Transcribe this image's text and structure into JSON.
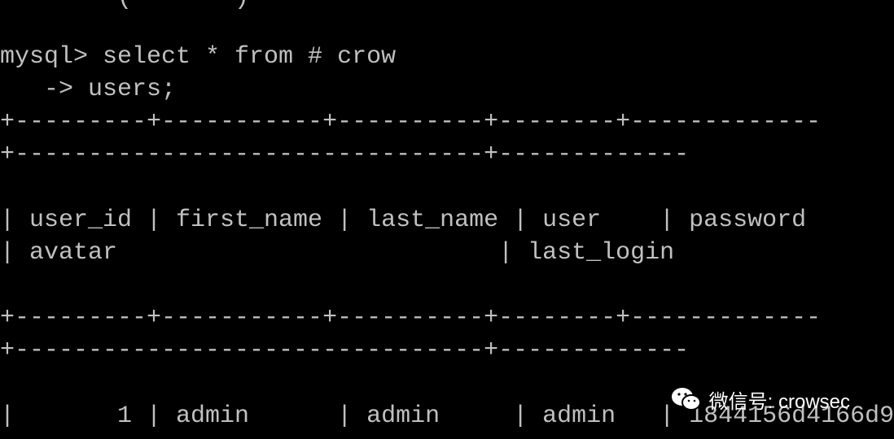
{
  "terminal": {
    "lines": [
      "        (       )",
      "",
      "mysql> select * from # crow",
      "   -> users;",
      "+---------+-----------+----------+--------+-------------",
      "+--------------------------------+-------------",
      "",
      "| user_id | first_name | last_name | user    | password",
      "| avatar                          | last_login",
      "",
      "+---------+-----------+----------+--------+-------------",
      "+--------------------------------+-------------",
      "",
      "|       1 | admin      | admin     | admin   | 1844156d4166d9"
    ]
  },
  "watermark": {
    "text": "微信号: crowsec",
    "icon": "wechat-icon"
  }
}
